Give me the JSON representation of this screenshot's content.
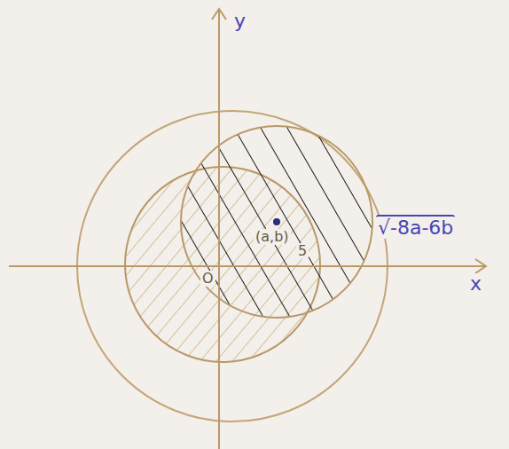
{
  "diagram": {
    "labels": [
      "y",
      "x",
      "O",
      "(a,b)",
      "5",
      "√-8a-6b"
    ]
  }
}
